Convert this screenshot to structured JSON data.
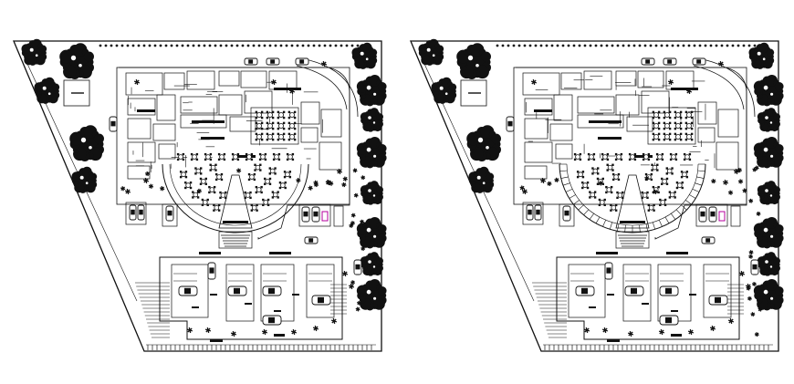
{
  "drawing": {
    "background": "#ffffff",
    "line_color": "#111111",
    "accent_color": "#b4009c",
    "plans": [
      {
        "id": "plan-1",
        "variant": "A"
      },
      {
        "id": "plan-2",
        "variant": "B"
      }
    ],
    "icons": [
      "tree-icon",
      "shrub-icon",
      "car-icon",
      "round-table-icon"
    ]
  }
}
